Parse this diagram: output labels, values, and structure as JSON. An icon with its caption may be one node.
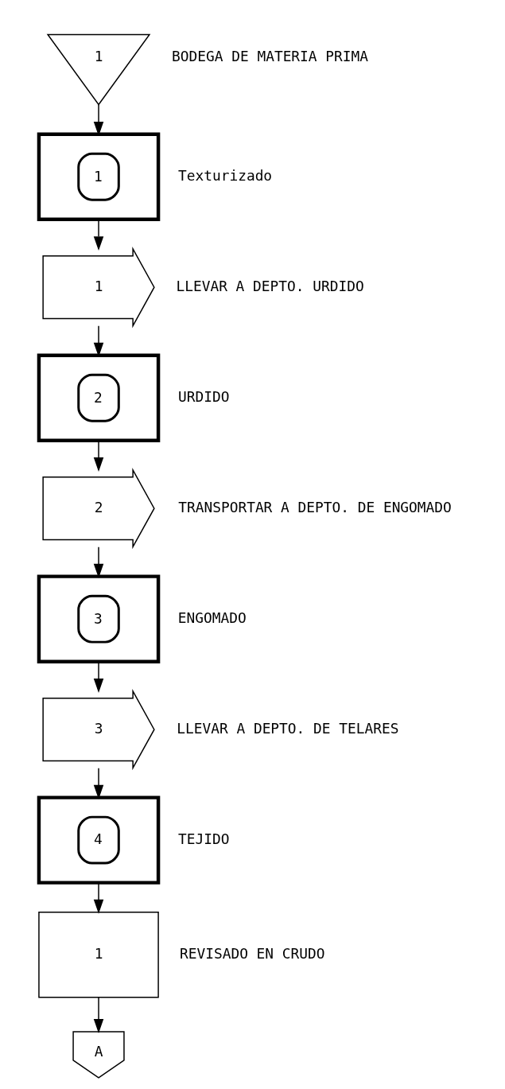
{
  "diagram": {
    "nodes": [
      {
        "text": [
          "1"
        ],
        "beside": [
          "BODEGA DE MATERIA PRIMA"
        ]
      },
      {
        "text": [
          "1"
        ],
        "beside": [
          "Texturizado"
        ]
      },
      {
        "text": [
          "1"
        ],
        "beside": [
          "LLEVAR A DEPTO. URDIDO"
        ]
      },
      {
        "text": [
          "2"
        ],
        "beside": [
          "URDIDO"
        ]
      },
      {
        "text": [
          "2"
        ],
        "beside": [
          "TRANSPORTAR A DEPTO. DE ENGOMADO"
        ]
      },
      {
        "text": [
          "3"
        ],
        "beside": [
          "ENGOMADO"
        ]
      },
      {
        "text": [
          "3"
        ],
        "beside": [
          "LLEVAR A DEPTO. DE TELARES"
        ]
      },
      {
        "text": [
          "4"
        ],
        "beside": [
          "TEJIDO"
        ]
      },
      {
        "text": [
          "1"
        ],
        "beside": [
          "REVISADO EN CRUDO"
        ]
      },
      {
        "text": [
          "A"
        ]
      }
    ],
    "edges": [
      {
        "from": 0,
        "to": 1,
        "arrow": "to"
      },
      {
        "from": 1,
        "to": 2,
        "arrow": "to"
      },
      {
        "from": 2,
        "to": 3,
        "arrow": "to"
      },
      {
        "from": 3,
        "to": 4,
        "arrow": "to"
      },
      {
        "from": 4,
        "to": 5,
        "arrow": "to"
      },
      {
        "from": 5,
        "to": 6,
        "arrow": "to"
      },
      {
        "from": 6,
        "to": 7,
        "arrow": "to"
      },
      {
        "from": 7,
        "to": 8,
        "arrow": "to"
      },
      {
        "from": 8,
        "to": 9,
        "arrow": "to"
      }
    ]
  }
}
